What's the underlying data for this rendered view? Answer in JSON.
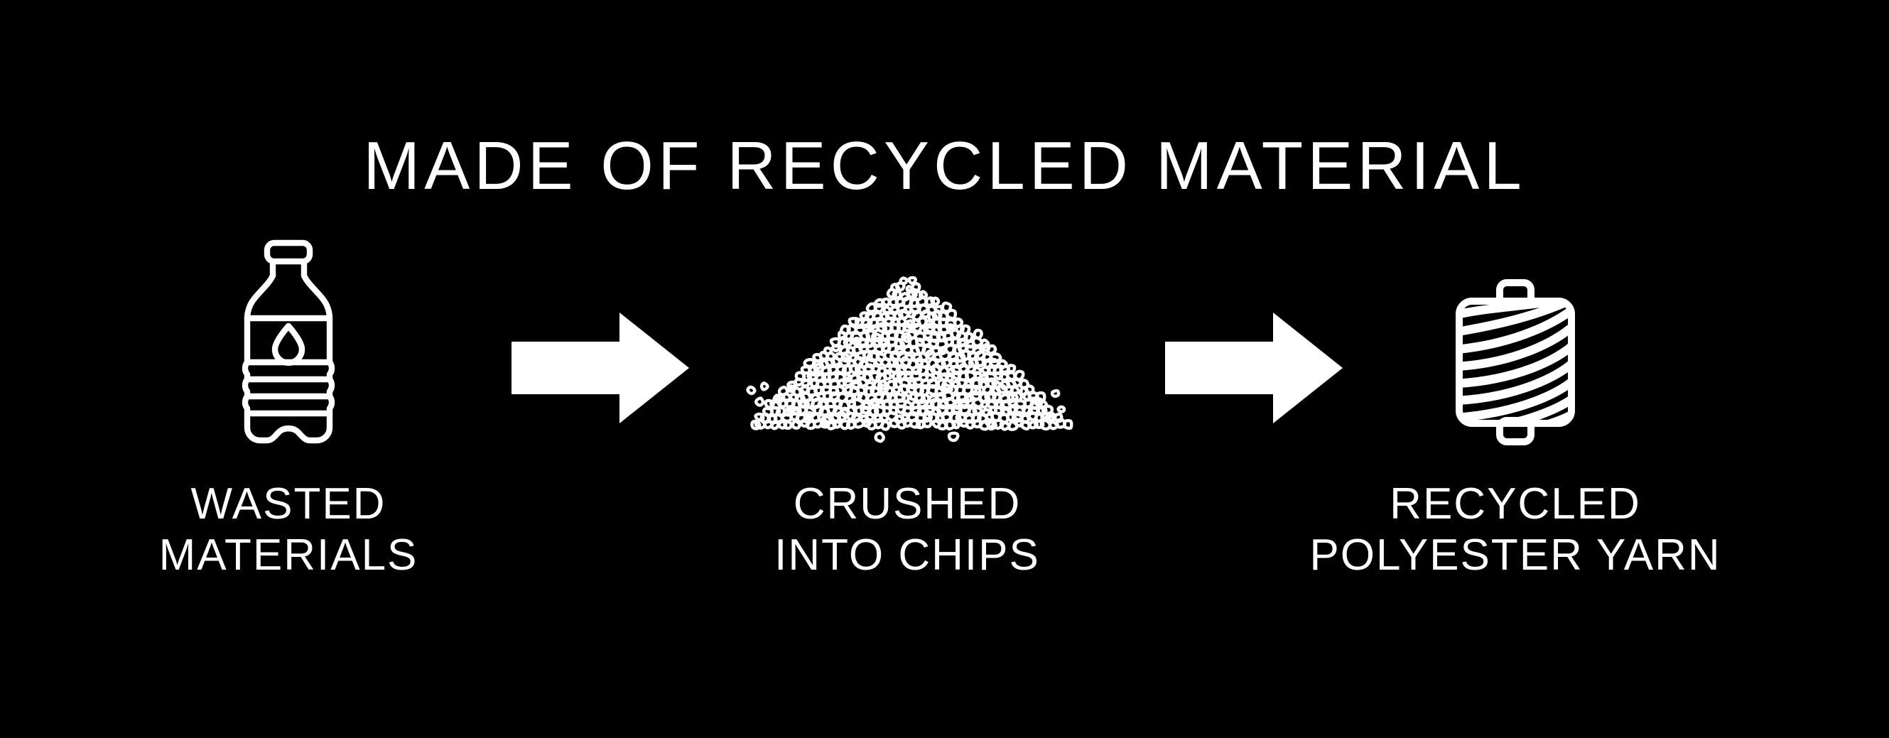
{
  "banner": {
    "background_color": "#000000",
    "foreground_color": "#ffffff",
    "title": "MADE OF RECYCLED MATERIAL"
  },
  "steps": [
    {
      "id": "wasted-materials",
      "icon": "plastic-bottle-icon",
      "caption_line_1": "WASTED",
      "caption_line_2": "MATERIALS"
    },
    {
      "id": "crushed-into-chips",
      "icon": "plastic-chips-pile-icon",
      "caption_line_1": "CRUSHED",
      "caption_line_2": "INTO CHIPS"
    },
    {
      "id": "recycled-polyester-yarn",
      "icon": "yarn-spool-icon",
      "caption_line_1": "RECYCLED",
      "caption_line_2": "POLYESTER YARN"
    }
  ],
  "connectors": [
    {
      "id": "arrow-1",
      "icon": "arrow-right-icon"
    },
    {
      "id": "arrow-2",
      "icon": "arrow-right-icon"
    }
  ]
}
